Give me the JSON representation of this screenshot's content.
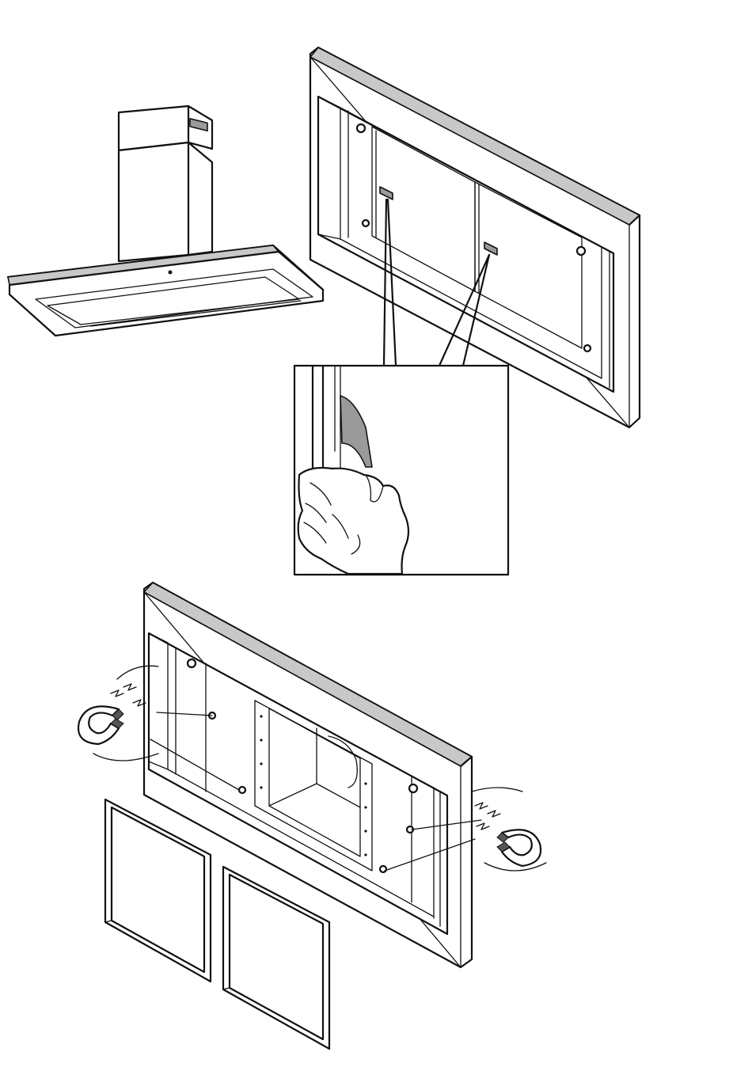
{
  "figure": {
    "panels": [
      "hood-overview",
      "panel-adhesive-strips",
      "adhesive-peel-detail",
      "panel-magnet-mounting",
      "grease-filters"
    ],
    "colors": {
      "line": "#111111",
      "strip_fill": "#9a9a9a",
      "background": "#ffffff"
    },
    "icons": [
      "hood-icon",
      "hand-icon",
      "magnet-icon",
      "grease-filter-icon"
    ]
  }
}
